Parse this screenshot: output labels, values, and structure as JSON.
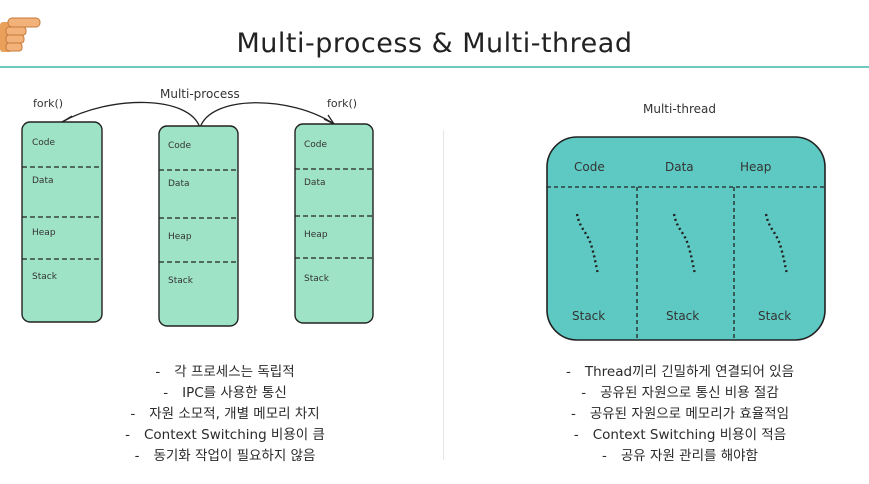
{
  "header": {
    "title": "Multi-process & Multi-thread"
  },
  "multi_process": {
    "title": "Multi-process",
    "fork_left": "fork()",
    "fork_right": "fork()",
    "segments": [
      "Code",
      "Data",
      "Heap",
      "Stack"
    ],
    "bullets": [
      "각 프로세스는 독립적",
      "IPC를 사용한 통신",
      "자원 소모적, 개별 메모리 차지",
      "Context Switching 비용이 큼",
      "동기화 작업이 필요하지 않음"
    ]
  },
  "multi_thread": {
    "title": "Multi-thread",
    "shared": [
      "Code",
      "Data",
      "Heap"
    ],
    "stack_label": "Stack",
    "bullets": [
      "Thread끼리 긴밀하게 연결되어 있음",
      "공유된 자원으로 통신 비용 절감",
      "공유된 자원으로 메모리가 효율적임",
      "Context Switching 비용이 적음",
      "공유 자원 관리를 해야함"
    ]
  },
  "bullet_marker": "-",
  "colors": {
    "process_fill": "#9fe3c7",
    "thread_fill": "#5ec9c2",
    "accent_line": "#6fc9c0",
    "outline": "#222222"
  }
}
